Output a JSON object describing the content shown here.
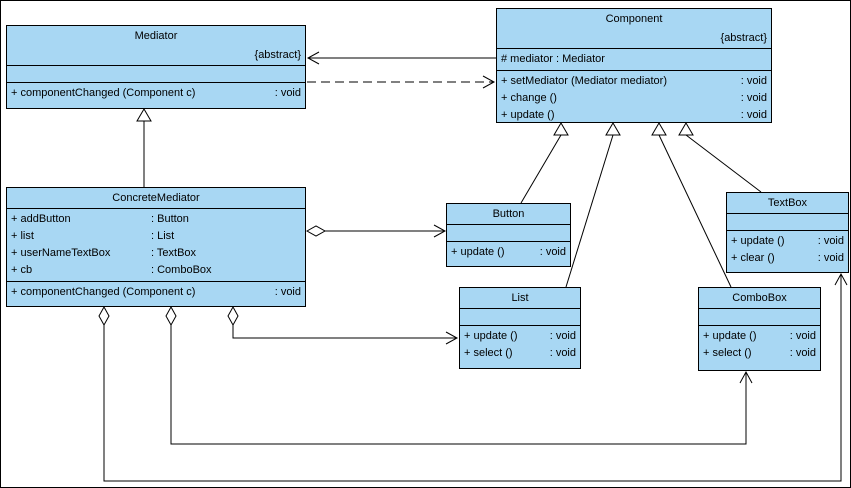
{
  "colors": {
    "class-fill": "#a8d7f3",
    "border": "#000000",
    "background": "#ffffff"
  },
  "classes": {
    "mediator": {
      "name": "Mediator",
      "stereotype": "{abstract}",
      "attributes": [],
      "methods": [
        {
          "left": "+ componentChanged (Component c)",
          "right": ": void"
        }
      ]
    },
    "component": {
      "name": "Component",
      "stereotype": "{abstract}",
      "attributes": [
        "# mediator : Mediator"
      ],
      "methods": [
        {
          "left": "+ setMediator (Mediator mediator)",
          "right": ": void"
        },
        {
          "left": "+ change ()",
          "right": ": void"
        },
        {
          "left": "+ update ()",
          "right": ": void"
        }
      ]
    },
    "concreteMediator": {
      "name": "ConcreteMediator",
      "attributes": [
        {
          "name": "+ addButton",
          "type": ": Button"
        },
        {
          "name": "+ list",
          "type": ": List"
        },
        {
          "name": "+ userNameTextBox",
          "type": ": TextBox"
        },
        {
          "name": "+ cb",
          "type": ": ComboBox"
        }
      ],
      "methods": [
        {
          "left": "+ componentChanged (Component c)",
          "right": ": void"
        }
      ]
    },
    "button": {
      "name": "Button",
      "attributes": [],
      "methods": [
        {
          "left": "+ update ()",
          "right": ": void"
        }
      ]
    },
    "textBox": {
      "name": "TextBox",
      "attributes": [],
      "methods": [
        {
          "left": "+ update ()",
          "right": ": void"
        },
        {
          "left": "+ clear ()",
          "right": ": void"
        }
      ]
    },
    "list": {
      "name": "List",
      "attributes": [],
      "methods": [
        {
          "left": "+ update ()",
          "right": ": void"
        },
        {
          "left": "+ select ()",
          "right": ": void"
        }
      ]
    },
    "comboBox": {
      "name": "ComboBox",
      "attributes": [],
      "methods": [
        {
          "left": "+ update ()",
          "right": ": void"
        },
        {
          "left": "+ select ()",
          "right": ": void"
        }
      ]
    }
  },
  "relationships": [
    {
      "type": "association",
      "from": "Component",
      "to": "Mediator"
    },
    {
      "type": "dependency",
      "from": "Mediator",
      "to": "Component",
      "style": "dashed"
    },
    {
      "type": "generalization",
      "from": "ConcreteMediator",
      "to": "Mediator"
    },
    {
      "type": "generalization",
      "from": "Button",
      "to": "Component"
    },
    {
      "type": "generalization",
      "from": "List",
      "to": "Component"
    },
    {
      "type": "generalization",
      "from": "ComboBox",
      "to": "Component"
    },
    {
      "type": "generalization",
      "from": "TextBox",
      "to": "Component"
    },
    {
      "type": "aggregation",
      "from": "ConcreteMediator",
      "to": "Button"
    },
    {
      "type": "aggregation",
      "from": "ConcreteMediator",
      "to": "List"
    },
    {
      "type": "aggregation",
      "from": "ConcreteMediator",
      "to": "ComboBox"
    },
    {
      "type": "aggregation",
      "from": "ConcreteMediator",
      "to": "TextBox"
    }
  ]
}
